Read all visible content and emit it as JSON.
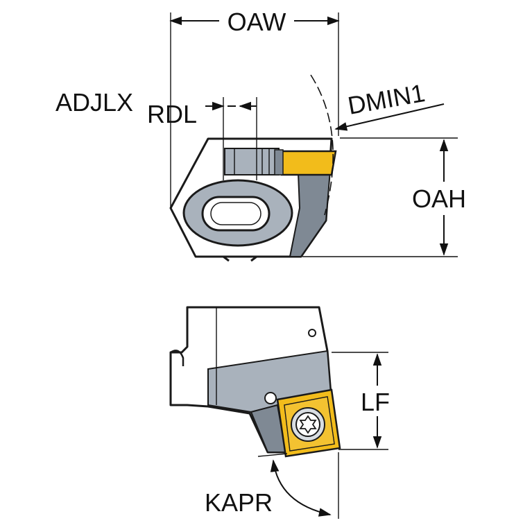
{
  "labels": {
    "oaw": "OAW",
    "adjlx": "ADJLX",
    "rdl": "RDL",
    "dmin1": "DMIN1",
    "oah": "OAH",
    "lf": "LF",
    "kapr": "KAPR"
  },
  "colors": {
    "body_light": "#c2c9d1",
    "body_mid": "#a9b2bc",
    "body_dark": "#7f8994",
    "insert": "#f2bc1b",
    "insert_dark": "#c9960c",
    "line": "#111111"
  }
}
